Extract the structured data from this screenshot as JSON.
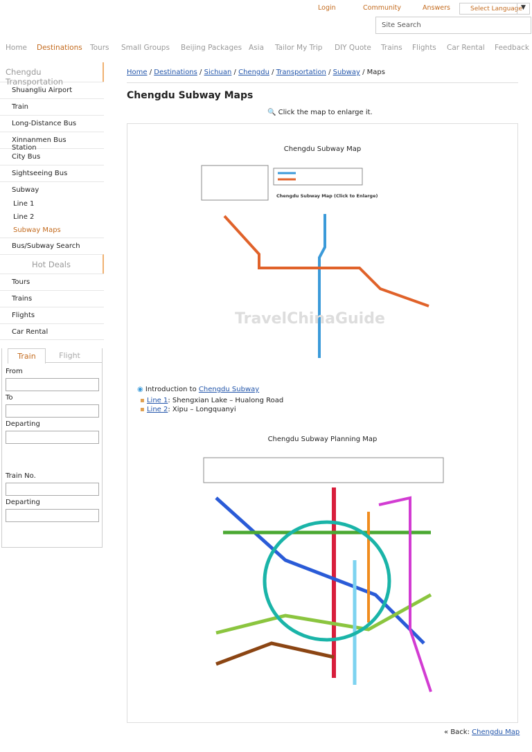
{
  "topbar": {
    "login": "Login",
    "community": "Community",
    "answers": "Answers",
    "language": "Select Language",
    "search_placeholder": "Site Search"
  },
  "nav": [
    "Home",
    "Destinations",
    "Tours",
    "Small Groups",
    "Beijing Packages",
    "Asia",
    "Tailor My Trip",
    "DIY Quote",
    "Trains",
    "Flights",
    "Car Rental",
    "Feedback"
  ],
  "sidebar": {
    "title": "Chengdu Transportation",
    "items": [
      "Shuangliu Airport",
      "Train",
      "Long-Distance Bus",
      "Xinnanmen Bus Station",
      "City Bus",
      "Sightseeing Bus",
      "Subway"
    ],
    "sub": [
      "Line 1",
      "Line 2",
      "Subway Maps"
    ],
    "search": "Bus/Subway Search",
    "hot_title": "Hot Deals",
    "hot": [
      "Tours",
      "Trains",
      "Flights",
      "Car Rental"
    ]
  },
  "form": {
    "tab_train": "Train",
    "tab_flight": "Flight",
    "from": "From",
    "to": "To",
    "departing": "Departing",
    "train_no": "Train No.",
    "departing2": "Departing"
  },
  "breadcrumb": [
    "Home",
    "Destinations",
    "Sichuan",
    "Chengdu",
    "Transportation",
    "Subway"
  ],
  "breadcrumb_current": "Maps",
  "page_title": "Chengdu Subway Maps",
  "enlarge_hint": "Click the map to enlarge it.",
  "map1_title": "Chengdu Subway Map",
  "map1_caption": "Chengdu Subway Map (Click to Enlarge)",
  "intro": {
    "prefix": "Introduction to",
    "link": "Chengdu Subway",
    "line1": "Line 1",
    "line1_text": ": Shengxian Lake – Hualong Road",
    "line2": "Line 2",
    "line2_text": ": Xipu – Longquanyi"
  },
  "map2_title": "Chengdu Subway Planning Map",
  "back": {
    "label": "Back:",
    "link": "Chengdu Map"
  },
  "colors": {
    "accent": "#c36a1d",
    "link": "#2255aa",
    "line1": "#3b9ad9",
    "line2": "#e0622a"
  }
}
